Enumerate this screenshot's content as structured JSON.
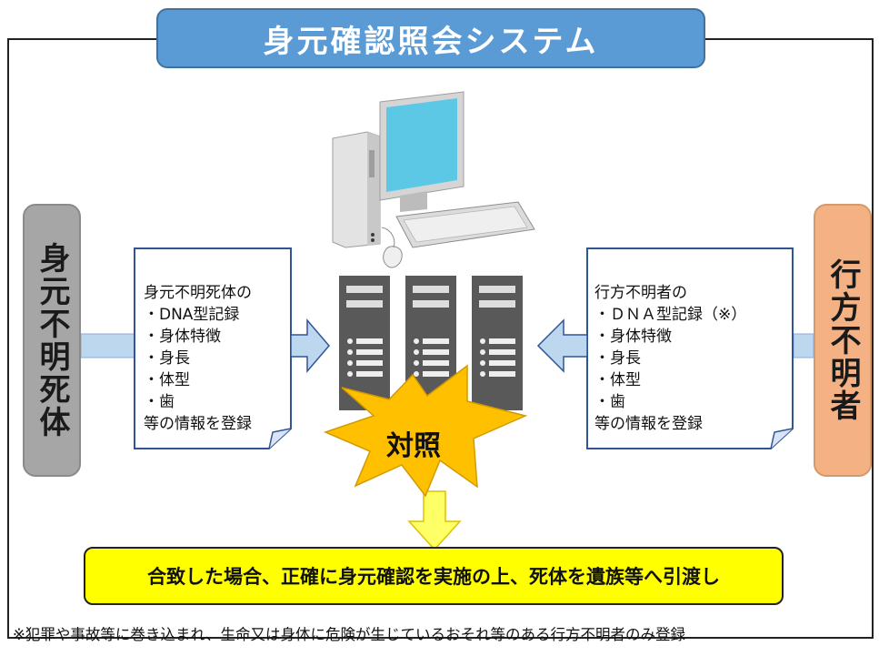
{
  "title": "身元確認照会システム",
  "left_box": {
    "label": "身元不明死体"
  },
  "right_box": {
    "label": "行方不明者"
  },
  "left_note": {
    "lines": [
      "身元不明死体の",
      "・DNA型記録",
      "・身体特徴",
      "・身長",
      "・体型",
      "・歯",
      "等の情報を登録"
    ]
  },
  "right_note": {
    "lines": [
      "行方不明者の",
      "・ＤＮＡ型記録（※）",
      "・身体特徴",
      "・身長",
      "・体型",
      "・歯",
      "等の情報を登録"
    ]
  },
  "center": {
    "label": "対照"
  },
  "result": {
    "text": "合致した場合、正確に身元確認を実施の上、死体を遺族等へ引渡し"
  },
  "footnote": "※犯罪や事故等に巻き込まれ、生命又は身体に危険が生じているおそれ等のある行方不明者のみ登録",
  "icons": [
    "computer-icon",
    "server-icon",
    "starburst-icon",
    "arrow-right-icon",
    "arrow-left-icon",
    "arrow-down-icon",
    "document-icon"
  ],
  "colors": {
    "title_bg": "#5b9bd5",
    "left_box_bg": "#a6a6a6",
    "right_box_bg": "#f4b183",
    "result_bg": "#ffff00",
    "starburst": "#ffc000",
    "arrow_blue": "#bdd7ee"
  }
}
